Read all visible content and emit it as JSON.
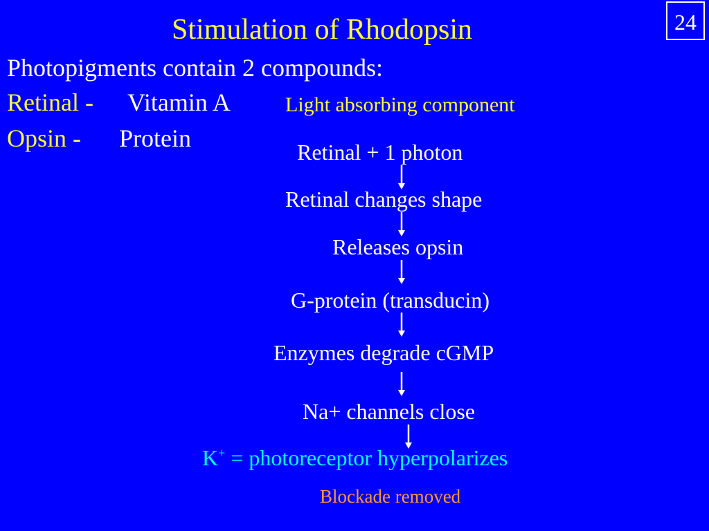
{
  "slide": {
    "title": "Stimulation of Rhodopsin",
    "number": "24"
  },
  "intro": {
    "text": "Photopigments contain 2 compounds:",
    "components": [
      {
        "label": "Retinal -",
        "value": "Vitamin A"
      },
      {
        "label": "Opsin -",
        "value": "Protein"
      }
    ],
    "light_absorbing_note": "Light absorbing component"
  },
  "pathway": {
    "steps": [
      "Retinal + 1 photon",
      "Retinal changes shape",
      "Releases opsin",
      "G-protein (transducin)",
      "Enzymes degrade cGMP",
      "Na+ channels close"
    ],
    "result": {
      "ion": "K",
      "ion_superscript": "+",
      "text": " = photoreceptor hyperpolarizes"
    },
    "footnote": "Blockade removed"
  },
  "colors": {
    "background": "#0000ff",
    "title": "#ffff33",
    "body_text": "#ffffff",
    "result": "#00ffff",
    "footnote": "#ff9933"
  }
}
